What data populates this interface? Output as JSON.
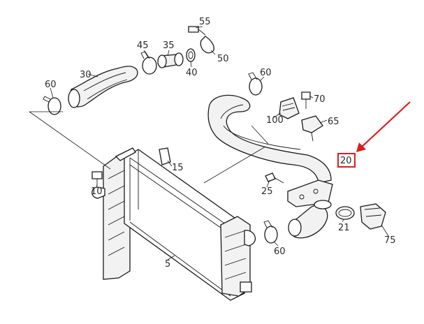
{
  "diagram": {
    "callouts": {
      "c55": "55",
      "c45": "45",
      "c35": "35",
      "c50": "50",
      "c40": "40",
      "c30": "30",
      "c60a": "60",
      "c60b": "60",
      "c70": "70",
      "c100": "100",
      "c65": "65",
      "c20": "20",
      "c15": "15",
      "c10": "10",
      "c25": "25",
      "c21": "21",
      "c75": "75",
      "c60c": "60",
      "c5": "5"
    },
    "highlight": {
      "target": "20",
      "color": "#e01b1b"
    }
  }
}
